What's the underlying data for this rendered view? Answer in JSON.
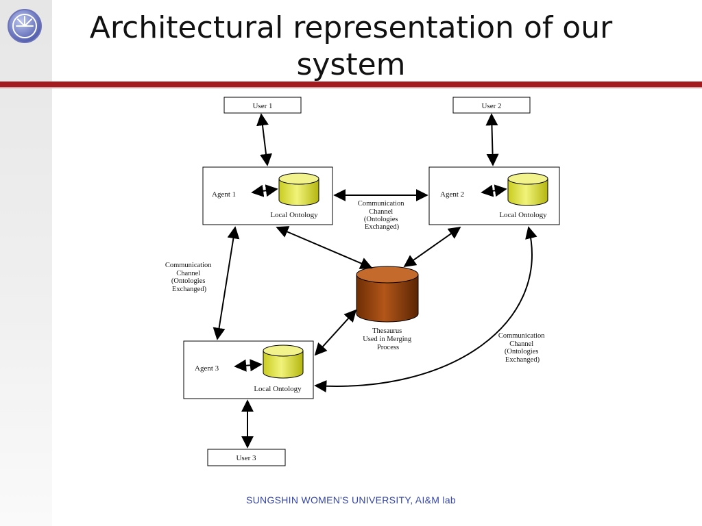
{
  "slide": {
    "title": "Architectural representation of our system",
    "footer": "SUNGSHIN WOMEN'S UNIVERSITY, AI&M lab"
  },
  "icons": {
    "logo": "university-emblem-icon"
  },
  "colors": {
    "accent_rule": "#a31a1f",
    "footer_text": "#3344aa",
    "ontology_db": "#e6e84a",
    "thesaurus_db": "#9a4a0c"
  },
  "diagram": {
    "users": [
      "User 1",
      "User 2",
      "User 3"
    ],
    "agents": [
      "Agent 1",
      "Agent 2",
      "Agent 3"
    ],
    "local_ontology": "Local Ontology",
    "channel_lines": [
      "Communication",
      "Channel",
      "(Ontologies",
      "Exchanged)"
    ],
    "thesaurus_lines": [
      "Thesaurus",
      "Used in Merging",
      "Process"
    ]
  }
}
